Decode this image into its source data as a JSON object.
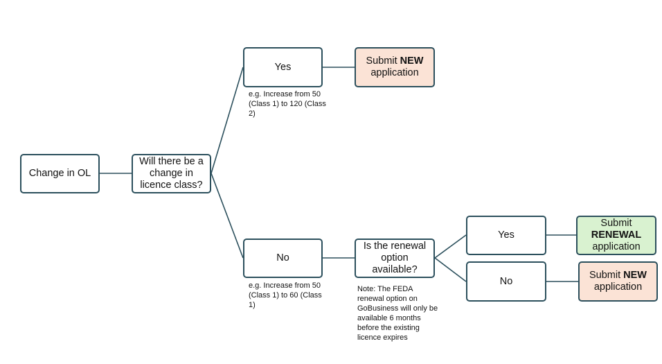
{
  "diagram": {
    "colors": {
      "line": "#2b4f5c",
      "border": "#2b4f5c",
      "peach_fill": "#fbe3d6",
      "green_fill": "#d9f2d0"
    },
    "start": {
      "label": "Change in OL"
    },
    "question1": {
      "label": "Will there be a change in licence class?"
    },
    "branch_yes": {
      "label": "Yes",
      "example": "e.g. Increase from 50 (Class 1) to 120 (Class 2)"
    },
    "outcome_new_top": {
      "prefix": "Submit ",
      "bold": "NEW",
      "suffix": " application"
    },
    "branch_no": {
      "label": "No",
      "example": "e.g. Increase from 50 (Class 1) to 60 (Class 1)"
    },
    "question2": {
      "label": "Is the renewal option available?",
      "note": "Note: The FEDA renewal option on GoBusiness will only be available 6 months before the existing licence expires"
    },
    "renewal_yes": {
      "label": "Yes"
    },
    "outcome_renewal": {
      "prefix": "Submit",
      "bold": "RENEWAL",
      "suffix": "application"
    },
    "renewal_no": {
      "label": "No"
    },
    "outcome_new_bottom": {
      "prefix": "Submit ",
      "bold": "NEW",
      "suffix": " application"
    }
  }
}
